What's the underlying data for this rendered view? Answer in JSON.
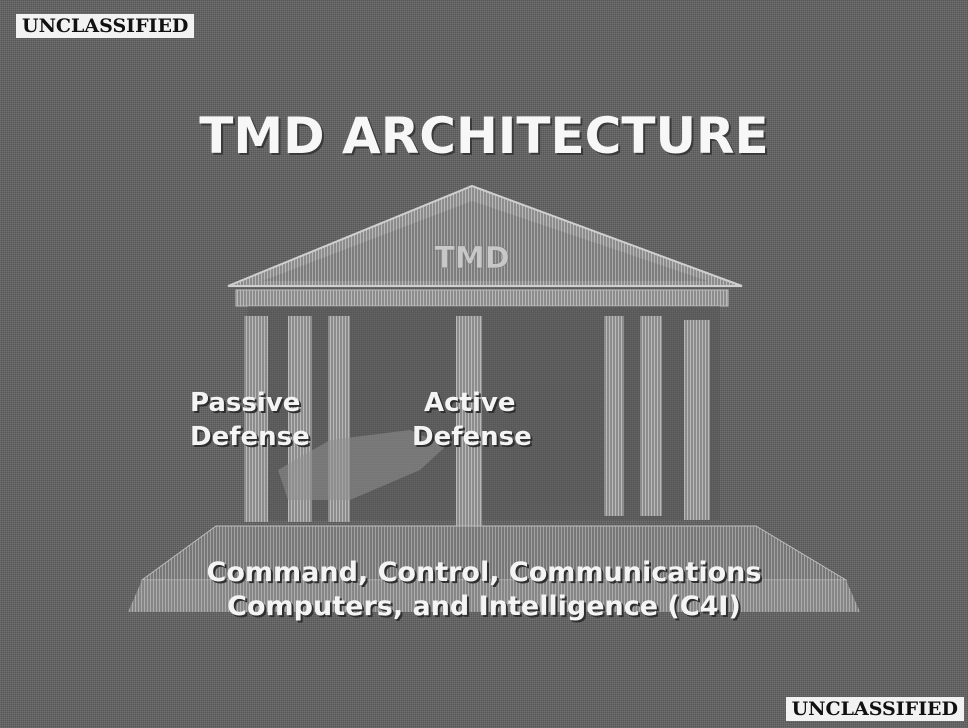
{
  "banners": {
    "top": "UNCLASSIFIED",
    "bottom": "UNCLASSIFIED"
  },
  "title": "TMD ARCHITECTURE",
  "temple": {
    "pediment_text": "TMD",
    "pillars": [
      {
        "line1": "Passive",
        "line2": "Defense"
      },
      {
        "line1": "Active",
        "line2": "Defense"
      }
    ],
    "foundation": {
      "line1": "Command, Control, Communications",
      "line2": "Computers, and Intelligence  (C4I)"
    }
  },
  "colors": {
    "background": "#606060",
    "text": "#f4f4f4",
    "banner_bg": "#f2f2f2"
  }
}
